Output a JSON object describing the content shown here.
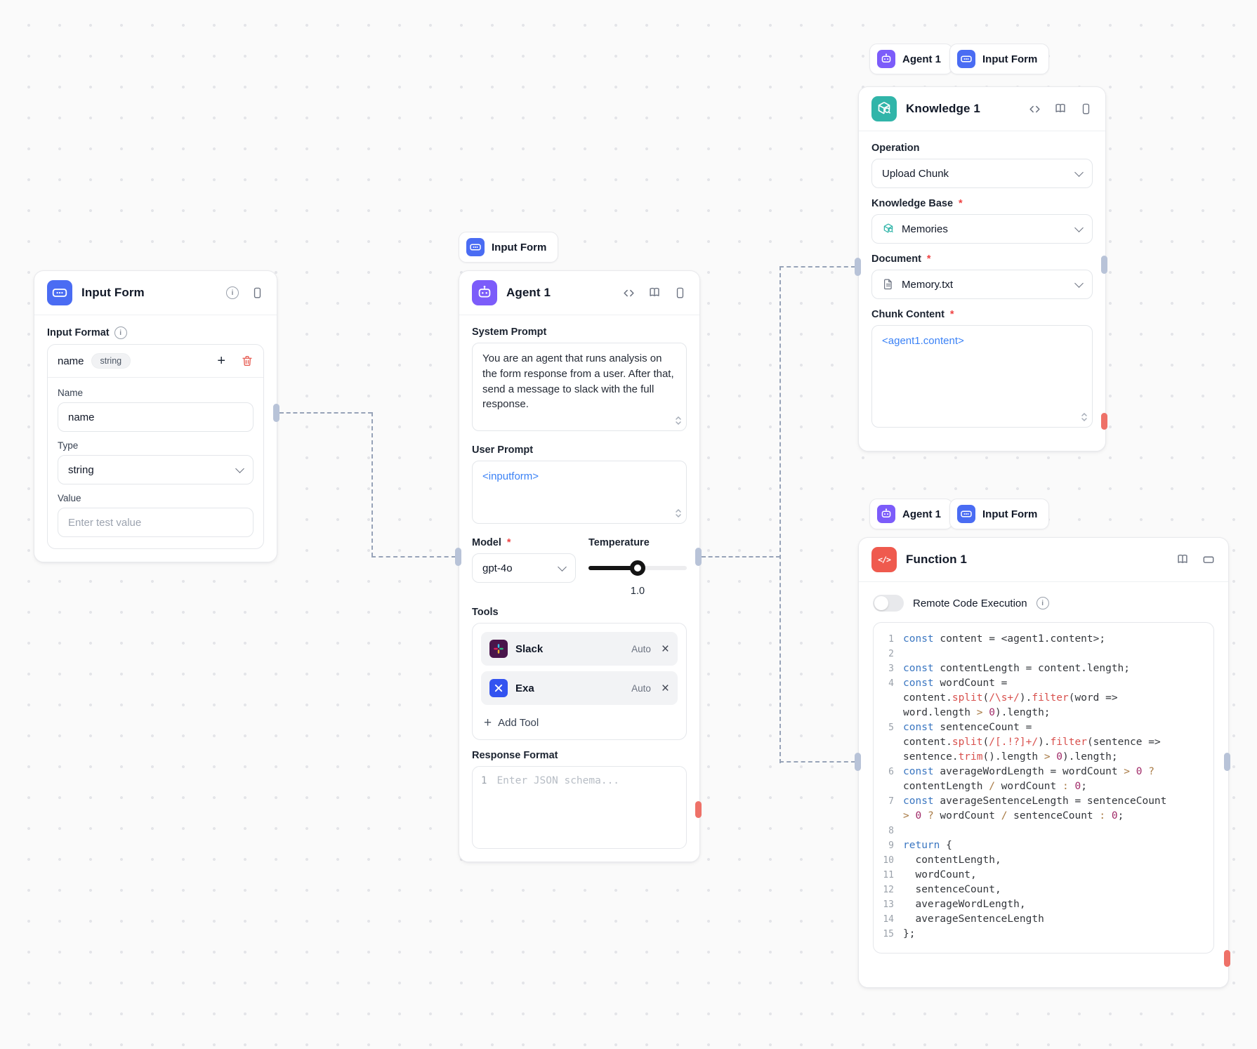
{
  "chips": {
    "agent": "Agent 1",
    "input_form": "Input Form"
  },
  "ui": {
    "required": "*"
  },
  "input_form_node": {
    "title": "Input Form",
    "section_label": "Input Format",
    "summary_name": "name",
    "summary_type": "string",
    "name_label": "Name",
    "name_value": "name",
    "type_label": "Type",
    "type_value": "string",
    "value_label": "Value",
    "value_placeholder": "Enter test value"
  },
  "agent_node": {
    "title": "Agent 1",
    "system_prompt_label": "System Prompt",
    "system_prompt": "You are an agent that runs analysis on the form response from a user. After that, send a message to slack with the full response.",
    "user_prompt_label": "User Prompt",
    "user_prompt": "<inputform>",
    "model_label": "Model",
    "model_value": "gpt-4o",
    "temperature_label": "Temperature",
    "temperature_value": "1.0",
    "tools_label": "Tools",
    "tools": [
      {
        "name": "Slack",
        "mode": "Auto"
      },
      {
        "name": "Exa",
        "mode": "Auto"
      }
    ],
    "add_tool_label": "Add Tool",
    "response_format_label": "Response Format",
    "response_format_line": "1",
    "response_format_placeholder": "Enter JSON schema..."
  },
  "knowledge_node": {
    "title": "Knowledge 1",
    "operation_label": "Operation",
    "operation_value": "Upload Chunk",
    "kb_label": "Knowledge Base",
    "kb_value": "Memories",
    "document_label": "Document",
    "document_value": "Memory.txt",
    "chunk_label": "Chunk Content",
    "chunk_value": "<agent1.content>"
  },
  "function_node": {
    "title": "Function 1",
    "toggle_label": "Remote Code Execution",
    "code_lines": [
      {
        "n": "1",
        "toks": [
          [
            "kw",
            "const"
          ],
          [
            "pl",
            " content = <agent1.content>;"
          ]
        ]
      },
      {
        "n": "2",
        "toks": []
      },
      {
        "n": "3",
        "toks": [
          [
            "kw",
            "const"
          ],
          [
            "pl",
            " contentLength = content.length;"
          ]
        ]
      },
      {
        "n": "4",
        "toks": [
          [
            "kw",
            "const"
          ],
          [
            "pl",
            " wordCount = content."
          ],
          [
            "fn",
            "split"
          ],
          [
            "pl",
            "("
          ],
          [
            "re",
            "/\\s+/"
          ],
          [
            "pl",
            ")."
          ],
          [
            "fn",
            "filter"
          ],
          [
            "pl",
            "(word => word.length "
          ],
          [
            "op",
            ">"
          ],
          [
            "pl",
            " "
          ],
          [
            "num",
            "0"
          ],
          [
            "pl",
            ").length;"
          ]
        ]
      },
      {
        "n": "5",
        "toks": [
          [
            "kw",
            "const"
          ],
          [
            "pl",
            " sentenceCount = content."
          ],
          [
            "fn",
            "split"
          ],
          [
            "pl",
            "("
          ],
          [
            "re",
            "/[.!?]+/"
          ],
          [
            "pl",
            ")."
          ],
          [
            "fn",
            "filter"
          ],
          [
            "pl",
            "(sentence => sentence."
          ],
          [
            "fn",
            "trim"
          ],
          [
            "pl",
            "().length "
          ],
          [
            "op",
            ">"
          ],
          [
            "pl",
            " "
          ],
          [
            "num",
            "0"
          ],
          [
            "pl",
            ").length;"
          ]
        ]
      },
      {
        "n": "6",
        "toks": [
          [
            "kw",
            "const"
          ],
          [
            "pl",
            " averageWordLength = wordCount "
          ],
          [
            "op",
            ">"
          ],
          [
            "pl",
            " "
          ],
          [
            "num",
            "0"
          ],
          [
            "pl",
            " "
          ],
          [
            "op",
            "?"
          ],
          [
            "pl",
            " contentLength "
          ],
          [
            "op",
            "/"
          ],
          [
            "pl",
            " wordCount "
          ],
          [
            "op",
            ":"
          ],
          [
            "pl",
            " "
          ],
          [
            "num",
            "0"
          ],
          [
            "pl",
            ";"
          ]
        ]
      },
      {
        "n": "7",
        "toks": [
          [
            "kw",
            "const"
          ],
          [
            "pl",
            " averageSentenceLength = sentenceCount "
          ],
          [
            "op",
            ">"
          ],
          [
            "pl",
            " "
          ],
          [
            "num",
            "0"
          ],
          [
            "pl",
            " "
          ],
          [
            "op",
            "?"
          ],
          [
            "pl",
            " wordCount "
          ],
          [
            "op",
            "/"
          ],
          [
            "pl",
            " sentenceCount "
          ],
          [
            "op",
            ":"
          ],
          [
            "pl",
            " "
          ],
          [
            "num",
            "0"
          ],
          [
            "pl",
            ";"
          ]
        ]
      },
      {
        "n": "8",
        "toks": []
      },
      {
        "n": "9",
        "toks": [
          [
            "kw",
            "return"
          ],
          [
            "pl",
            " {"
          ]
        ]
      },
      {
        "n": "10",
        "toks": [
          [
            "pl",
            "  contentLength,"
          ]
        ]
      },
      {
        "n": "11",
        "toks": [
          [
            "pl",
            "  wordCount,"
          ]
        ]
      },
      {
        "n": "12",
        "toks": [
          [
            "pl",
            "  sentenceCount,"
          ]
        ]
      },
      {
        "n": "13",
        "toks": [
          [
            "pl",
            "  averageWordLength,"
          ]
        ]
      },
      {
        "n": "14",
        "toks": [
          [
            "pl",
            "  averageSentenceLength"
          ]
        ]
      },
      {
        "n": "15",
        "toks": [
          [
            "pl",
            "};"
          ]
        ]
      }
    ]
  },
  "colors": {
    "input_form_icon": "#4a6cf3",
    "agent_icon": "#7c5cfa",
    "knowledge_icon": "#31b5a9",
    "function_icon": "#ef5a4e",
    "slack_bg": "#4a154b",
    "exa_bg": "#3353f0",
    "wire": "#97a3b8",
    "port": "#b8c3d8",
    "error_port": "#ee7168",
    "template_token_blue": "#3b82f6"
  }
}
